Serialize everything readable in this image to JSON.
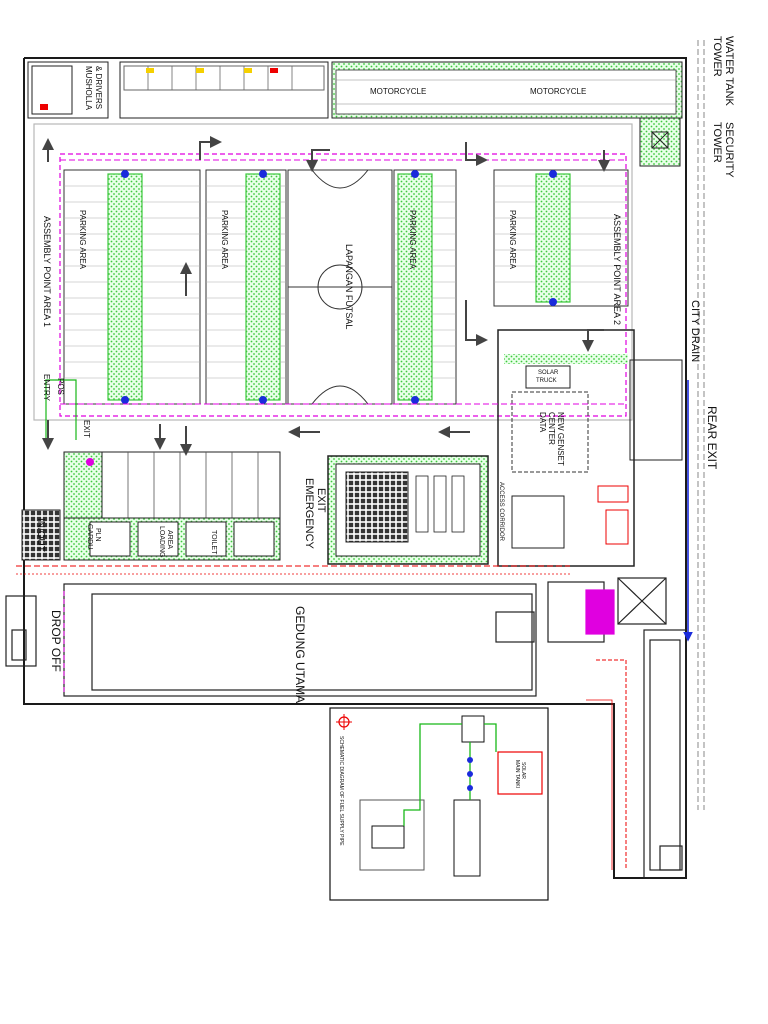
{
  "labels": {
    "water_tank_tower": [
      "WATER TANK",
      "TOWER"
    ],
    "security_tower": [
      "SECURITY",
      "TOWER"
    ],
    "motorcycle_1": "MOTORCYCLE",
    "motorcycle_2": "MOTORCYCLE",
    "musholla": [
      "MUSHOLLA",
      "& DRIVERS"
    ],
    "parking_area": "PARKING AREA",
    "lapangan_futsal": "LAPANGAN FUTSAL",
    "assembly_point_1": "ASSEMBLY POINT AREA 1",
    "assembly_point_2": "ASSEMBLY POINT AREA 2",
    "city_drain": "CITY DRAIN",
    "rear_exit": "REAR EXIT",
    "entry": "ENTRY",
    "exit": "EXIT",
    "pos": "POS",
    "emergency_exit": [
      "EMERGENCY",
      "EXIT"
    ],
    "in_out": "IN/OUT",
    "gardu_pln": [
      "GARDU",
      "PLN"
    ],
    "loading_area": [
      "LOADING",
      "AREA"
    ],
    "toilet": "TOILET",
    "drop_off": "DROP OFF",
    "gedung_utama": "GEDUNG UTAMA",
    "solar_truck": [
      "SOLAR",
      "TRUCK"
    ],
    "data_center": [
      "DATA",
      "CENTER",
      "NEW GENSET"
    ],
    "access_corridor": "ACCESS CORRIDOR",
    "schematic_title": "SCHEMATIC DIAGRAM OF FUEL SUPPLY PIPE",
    "main_tank": [
      "MAIN TANKI",
      "SOLAR"
    ]
  },
  "colors": {
    "wall": "#1a1a1a",
    "green_hatch": "#3cc83c",
    "magenta": "#e000e0",
    "blue": "#1a2bdc",
    "red": "#e00000",
    "cyan": "#18b8c8",
    "grey_road": "#b8b8b8"
  }
}
